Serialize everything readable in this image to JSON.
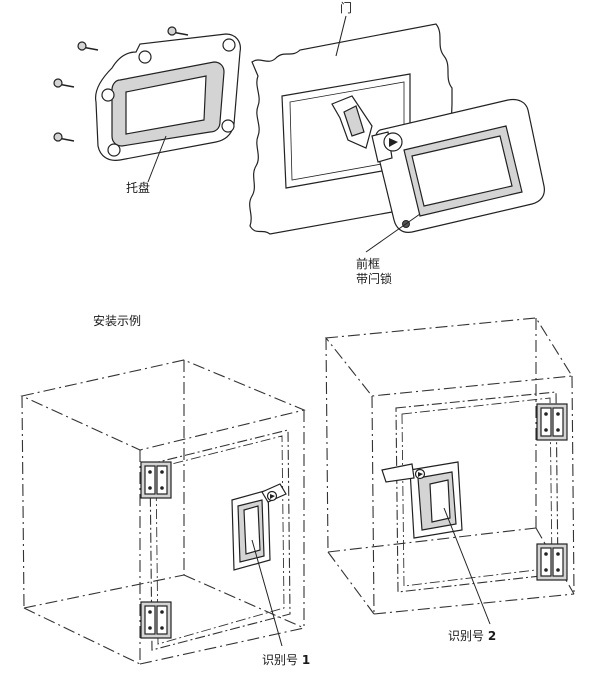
{
  "top_labels": {
    "door": "门",
    "tray": "托盘",
    "front_frame_line1": "前框",
    "front_frame_line2": "带闩锁"
  },
  "section_title": "安装示例",
  "examples": [
    {
      "label_text": "识别号 ",
      "label_number": "1"
    },
    {
      "label_text": "识别号 ",
      "label_number": "2"
    }
  ]
}
